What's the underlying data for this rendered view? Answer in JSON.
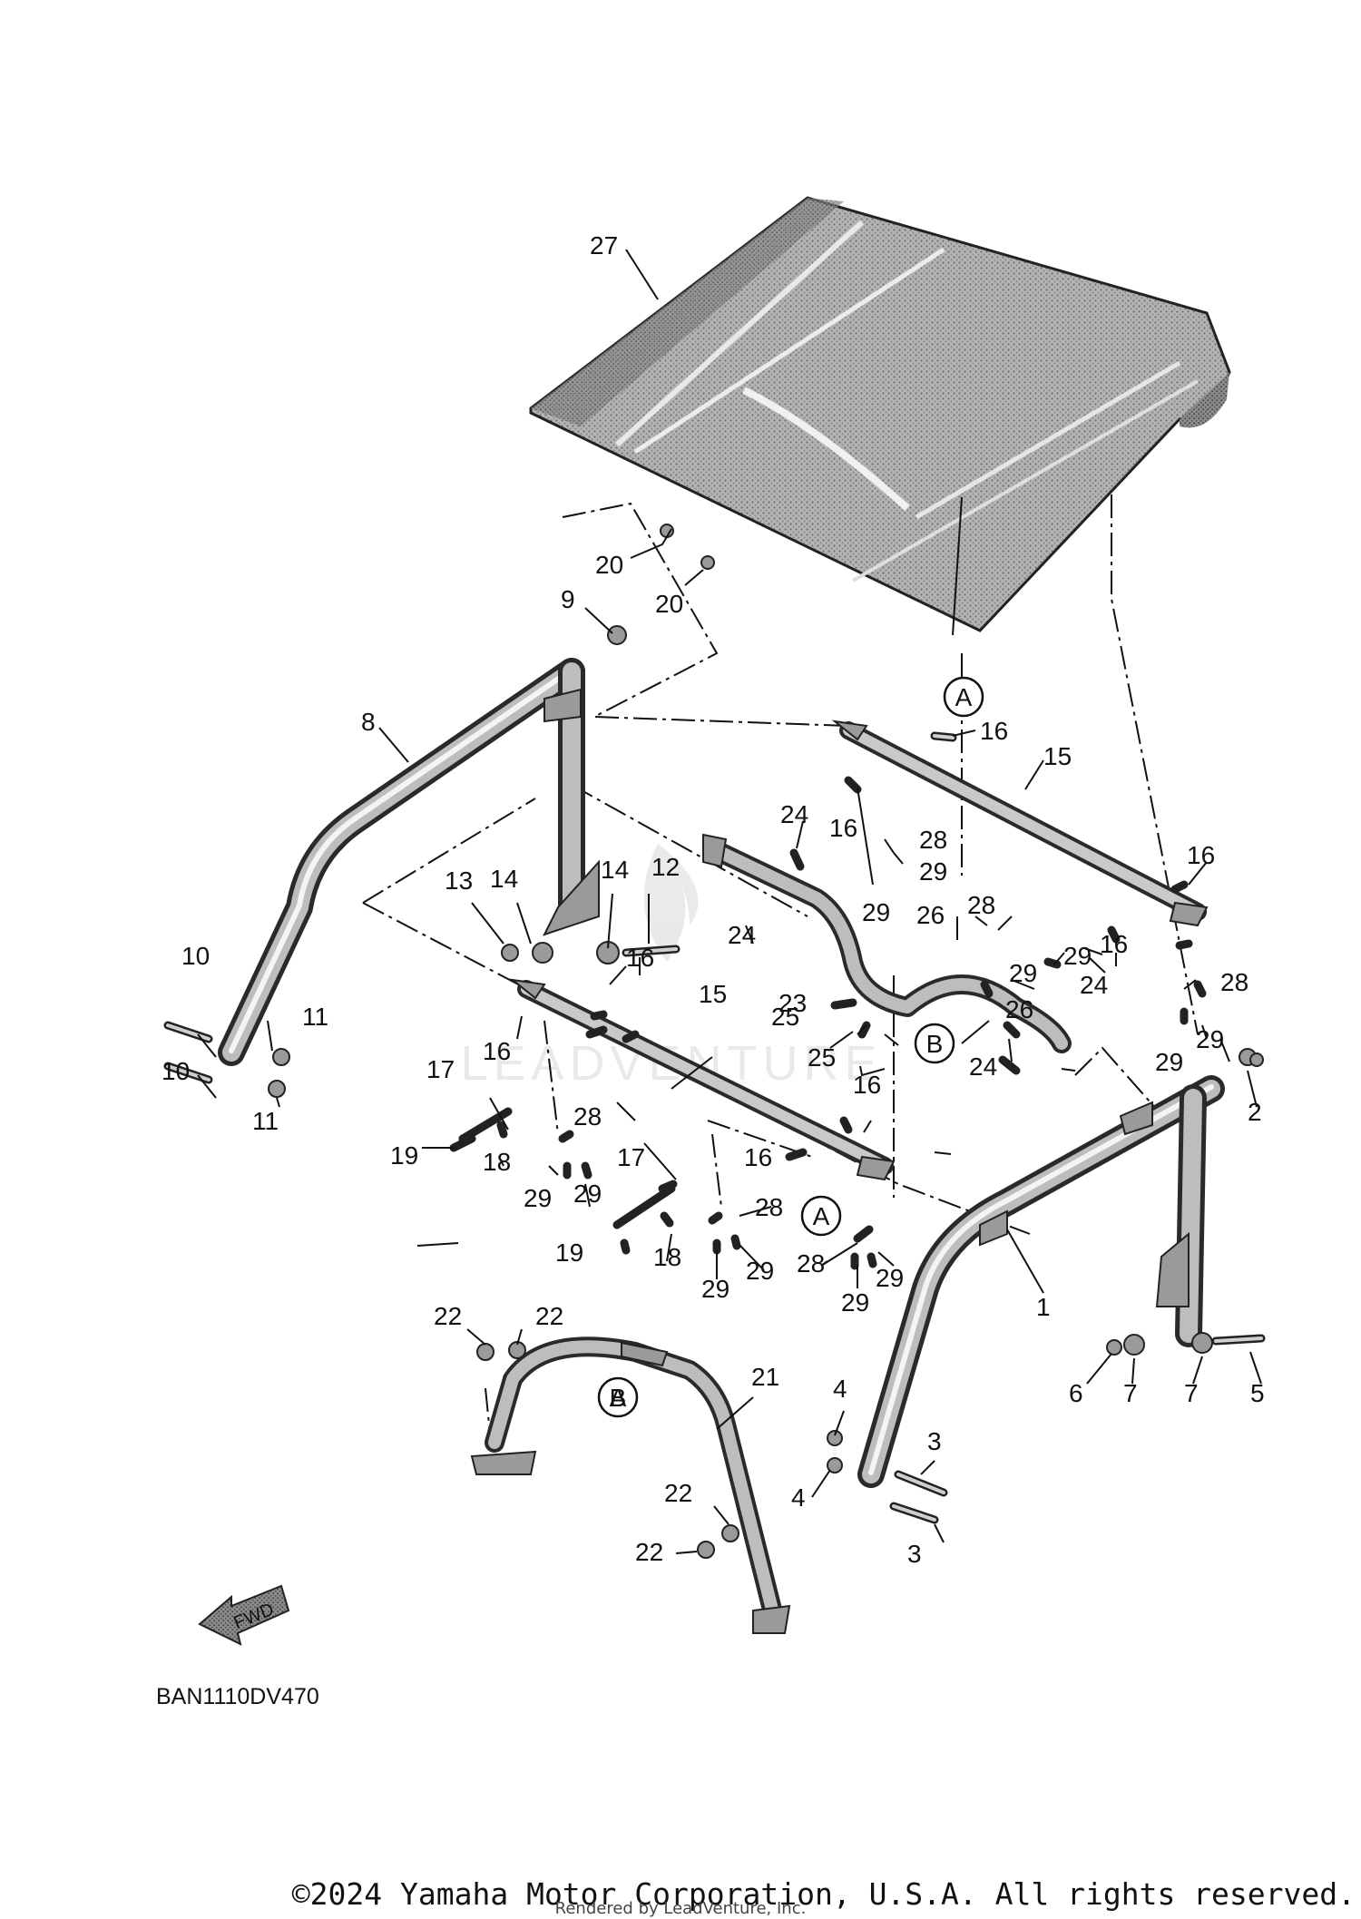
{
  "diagram_code": "BAN1110DV470",
  "fwd_label": "FWD",
  "watermark": "LEADVENTURE",
  "copyright": "©2024 Yamaha Motor Corporation, U.S.A. All rights reserved.",
  "rendered_by": "Rendered by LeadVenture, Inc.",
  "callouts": {
    "c27": "27",
    "c20a": "20",
    "c20b": "20",
    "cAtop": "A",
    "c9": "9",
    "c8": "8",
    "c16a": "16",
    "c15a": "15",
    "c16b": "16",
    "c24a": "24",
    "c28a": "28",
    "c29a": "29",
    "c29b": "29",
    "c16c": "16",
    "c13": "13",
    "c14a": "14",
    "c14b": "14",
    "c12": "12",
    "c24b": "24",
    "c26a": "26",
    "c28b": "28",
    "c29c": "29",
    "c29d": "29",
    "c16d": "16",
    "c26b": "26",
    "c10a": "10",
    "c16e": "16",
    "c23": "23",
    "c24c": "24",
    "c28c": "28",
    "c11a": "11",
    "c15b": "15",
    "c25a": "25",
    "cB1": "B",
    "c29e": "29",
    "c10b": "10",
    "c16f": "16",
    "c25b": "25",
    "c24d": "24",
    "c29f": "29",
    "c11b": "11",
    "c17a": "17",
    "c16g": "16",
    "c2": "2",
    "c28d": "28",
    "c19a": "19",
    "c18a": "18",
    "c29g": "29",
    "c29h": "29",
    "c16h": "16",
    "c17b": "17",
    "c28e": "28",
    "cAbot": "A",
    "c19b": "19",
    "c18b": "18",
    "c28f": "28",
    "c29i": "29",
    "c29j": "29",
    "c29k": "29",
    "c29l": "29",
    "c1": "1",
    "c22a": "22",
    "c22b": "22",
    "c21": "21",
    "cB2": "B",
    "c6": "6",
    "c7a": "7",
    "c7b": "7",
    "c5": "5",
    "c4a": "4",
    "c3a": "3",
    "c4b": "4",
    "c22c": "22",
    "c22d": "22",
    "c3b": "3"
  }
}
